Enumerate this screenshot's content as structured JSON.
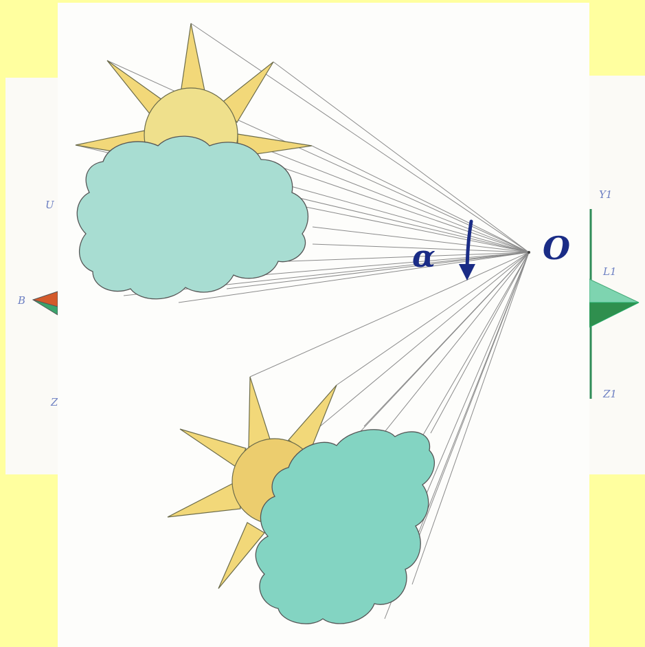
{
  "labels": {
    "origin": "O",
    "angle": "α",
    "left_top": "U",
    "left_mid": "B",
    "left_bottom": "Z",
    "right_top": "Y1",
    "right_mid": "L1",
    "right_bottom": "Z1"
  },
  "colors": {
    "background": "#ffff9f",
    "paper": "#fdfdfb",
    "sun": "#f2d879",
    "sun_body": "#efe08c",
    "cloud": "#a8ddd2",
    "cloud_lower": "#83d4c2",
    "ink_blue": "#1a2c86",
    "pencil": "#8a8a8a",
    "prism_green": "#3aa46c",
    "prism_red": "#d45a2b"
  },
  "icons": {
    "angle_arrow": "down-arrow-icon"
  }
}
